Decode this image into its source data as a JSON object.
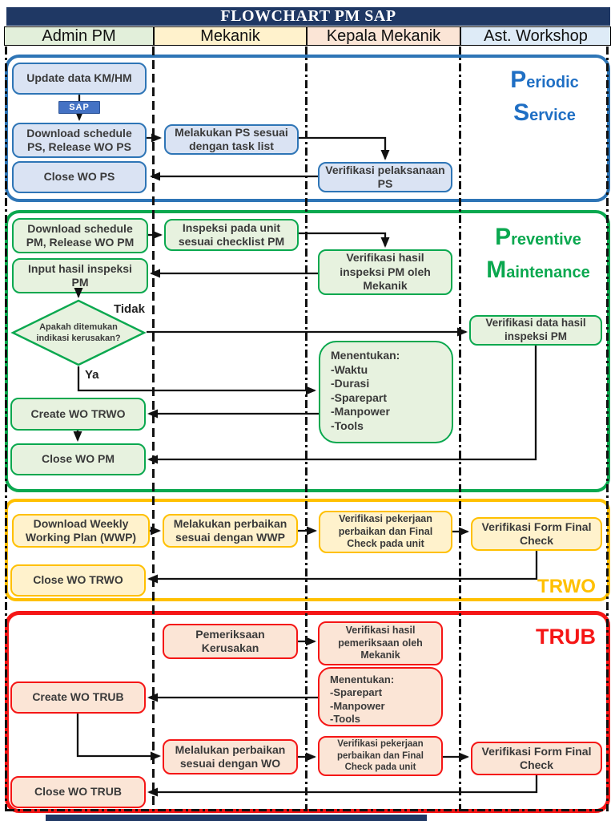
{
  "title": "FLOWCHART PM SAP",
  "columns": [
    {
      "label": "Admin PM"
    },
    {
      "label": "Mekanik"
    },
    {
      "label": "Kepala Mekanik"
    },
    {
      "label": "Ast. Workshop"
    }
  ],
  "colors": {
    "title_bg": "#1F3864",
    "admin_pm_bg": "#E2EFDA",
    "mekanik_bg": "#FFF2CC",
    "kepala_mekanik_bg": "#FBE5D6",
    "ast_workshop_bg": "#DEEBF7",
    "periodic_accent": "#1F6FC4",
    "preventive_accent": "#0AA84F",
    "trwo_accent": "#FFC000",
    "trub_accent": "#F51616"
  },
  "sap_badge": "SAP",
  "periodic": {
    "label_line1": "Periodic",
    "label_line2": "Service",
    "update": "Update data KM/HM",
    "download": "Download schedule PS, Release WO PS",
    "melakukan": "Melakukan PS sesuai dengan task list",
    "close": "Close WO PS",
    "verifikasi": "Verifikasi pelaksanaan PS"
  },
  "preventive": {
    "label_line1": "Preventive",
    "label_line2": "Maintenance",
    "download": "Download schedule PM, Release WO PM",
    "inspeksi": "Inspeksi pada unit sesuai checklist PM",
    "verif_hasil": "Verifikasi hasil inspeksi PM oleh Mekanik",
    "input_hasil": "Input hasil inspeksi PM",
    "decision": "Apakah ditemukan indikasi kerusakan?",
    "tidak": "Tidak",
    "ya": "Ya",
    "verif_data": "Verifikasi data hasil inspeksi PM",
    "menentukan": [
      "Menentukan:",
      "-Waktu",
      "-Durasi",
      "-Sparepart",
      "-Manpower",
      "-Tools"
    ],
    "create": "Create WO TRWO",
    "close": "Close WO PM"
  },
  "trwo": {
    "label": "TRWO",
    "wwp": "Download Weekly Working Plan (WWP)",
    "melakukan": "Melakukan perbaikan sesuai dengan WWP",
    "verif_pekerjaan": "Verifikasi pekerjaan perbaikan dan Final Check pada unit",
    "verif_form": "Verifikasi Form Final Check",
    "close": "Close WO TRWO"
  },
  "trub": {
    "label": "TRUB",
    "pemeriksaan": "Pemeriksaan Kerusakan",
    "verif_pemeriksaan": "Verifikasi hasil pemeriksaan oleh Mekanik",
    "menentukan": [
      "Menentukan:",
      "-Sparepart",
      "-Manpower",
      "-Tools"
    ],
    "create": "Create WO TRUB",
    "melalukan": "Melalukan perbaikan sesuai dengan WO",
    "verif_pekerjaan": "Verifikasi pekerjaan perbaikan dan Final Check pada unit",
    "verif_form": "Verifikasi Form Final Check",
    "close": "Close WO TRUB"
  }
}
